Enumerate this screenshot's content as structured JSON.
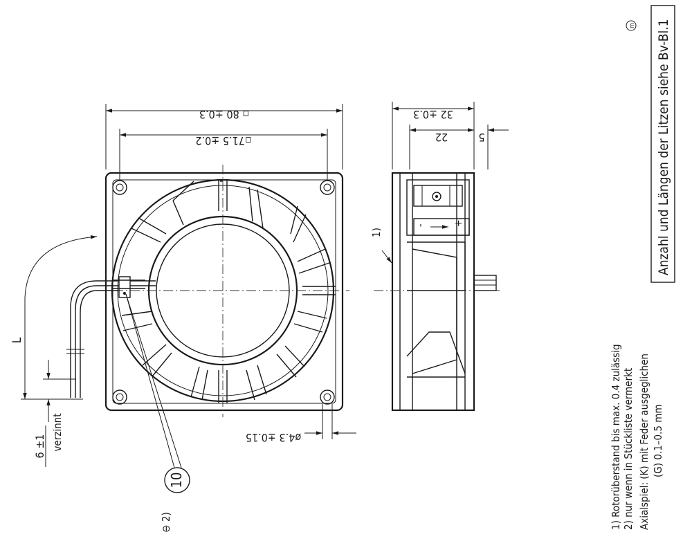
{
  "dimensions": {
    "outer": "▫ 80 ±0.3",
    "hole_pitch": "▫71.5 ±0.2",
    "hole_diameter": "ø4.3 ±0.15",
    "depth": "32 ±0.3",
    "inner_depth": "22",
    "offset": "5",
    "wire_length": "L",
    "strip_length": "6 ±1",
    "strip_note": "verzinnt"
  },
  "callouts": {
    "note_1": "1)",
    "item_10": "10",
    "note_2": "⊖ 2)",
    "rotation": "⓪"
  },
  "notes": {
    "line1": "1) Rotorüberstand bis max. 0.4 zulässig",
    "line2": "2) nur wenn in Stückliste vermerkt",
    "line3": "Axialspiel: (K) mit Feder ausgeglichen",
    "line4": "(G) 0.1–0.5 mm"
  },
  "title_box": "Anzahl und Längen der Litzen siehe Bv-Bl.1"
}
